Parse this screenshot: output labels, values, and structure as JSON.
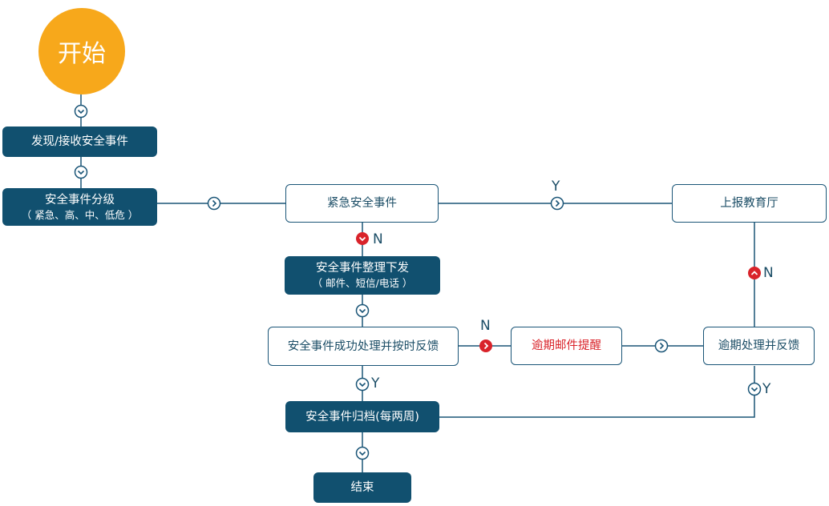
{
  "start": "开始",
  "nodes": {
    "discover": "发现/接收安全事件",
    "grade_title": "安全事件分级",
    "grade_sub": "（ 紧急、高、中、低危 ）",
    "urgent": "紧急安全事件",
    "report": "上报教育厅",
    "dispatch_title": "安全事件整理下发",
    "dispatch_sub": "（ 邮件、短信/电话 ）",
    "process": "安全事件成功处理并按时反馈",
    "overdue_email": "逾期邮件提醒",
    "overdue_process": "逾期处理并反馈",
    "archive": "安全事件归档(每两周)",
    "end": "结束"
  },
  "labels": {
    "y": "Y",
    "n": "N"
  },
  "colors": {
    "dark_fill": "#11506f",
    "outline": "#1a5577",
    "start_fill": "#f7a81b",
    "warn_red": "#d9232a"
  }
}
